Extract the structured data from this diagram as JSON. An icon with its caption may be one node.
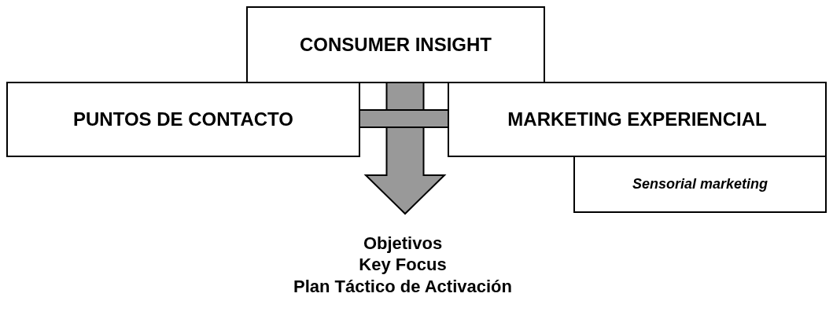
{
  "diagram": {
    "nodes": [
      {
        "text": [
          "CONSUMER INSIGHT"
        ]
      },
      {
        "text": [
          "PUNTOS DE CONTACTO"
        ]
      },
      {
        "text": [
          "MARKETING EXPERIENCIAL"
        ]
      },
      {
        "text": [
          "Sensorial marketing"
        ]
      },
      {
        "text": [
          "Objetivos",
          "Key Focus",
          "Plan Táctico de Activación"
        ]
      }
    ],
    "edges": [
      {
        "from": 0,
        "to": 4,
        "arrow": "to",
        "style": "thick"
      },
      {
        "from": 1,
        "to": 2,
        "arrow": "none",
        "style": "thick"
      }
    ]
  }
}
